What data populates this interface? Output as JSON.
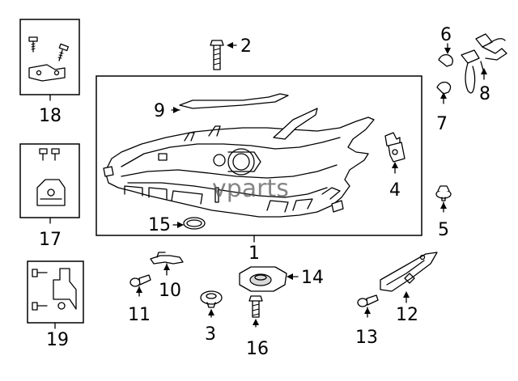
{
  "watermark": "vparts",
  "callouts": {
    "c1": "1",
    "c2": "2",
    "c3": "3",
    "c4": "4",
    "c5": "5",
    "c6": "6",
    "c7": "7",
    "c8": "8",
    "c9": "9",
    "c10": "10",
    "c11": "11",
    "c12": "12",
    "c13": "13",
    "c14": "14",
    "c15": "15",
    "c16": "16",
    "c17": "17",
    "c18": "18",
    "c19": "19"
  }
}
